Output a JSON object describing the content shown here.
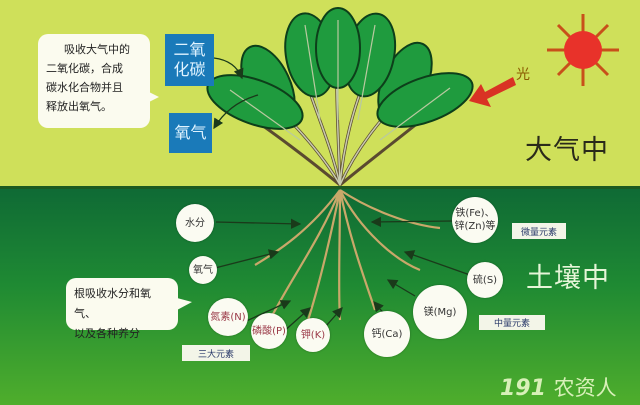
{
  "atmosphere": {
    "title": "大气中",
    "light_label": "光",
    "photosynthesis_note": [
      "吸收大气中的",
      "二氧化碳，合成",
      "碳水化合物并且",
      "释放出氧气。"
    ],
    "co2_box": [
      "二氧",
      "化碳"
    ],
    "o2_box": "氧气"
  },
  "soil": {
    "title": "土壤中",
    "root_note": [
      "根吸收水分和氧气、",
      "以及各种养分"
    ],
    "nutrients": {
      "water": "水分",
      "oxygen": "氧气",
      "nitrogen": "氮素(N)",
      "phosphorus": "磷酸(P)",
      "potassium": "钾(K)",
      "calcium": "钙(Ca)",
      "magnesium": "镁(Mg)",
      "sulfur": "硫(S)",
      "iron_zinc": [
        "铁(Fe)、",
        "锌(Zn)等"
      ]
    },
    "tags": {
      "macro": "三大元素",
      "medium": "中量元素",
      "micro": "微量元素"
    }
  },
  "watermark": {
    "number": "191",
    "text": "农资人"
  },
  "colors": {
    "sky": "#cfe05a",
    "soil_top": "#0f6a35",
    "soil_bottom": "#4fae2c",
    "box_blue": "#1a7ab9",
    "sun_red": "#e8322a",
    "leaf_green": "#1f9b3e"
  }
}
